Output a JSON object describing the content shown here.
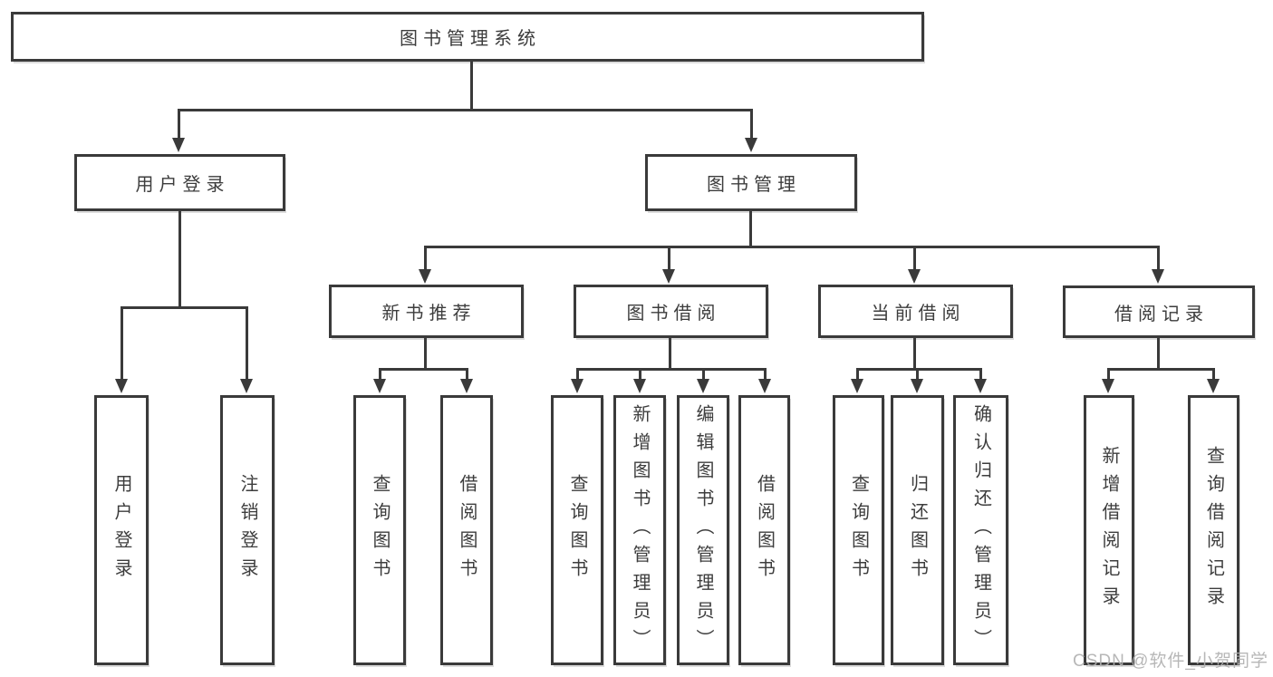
{
  "diagram": {
    "title": "图书管理系统",
    "root": "图书管理系统",
    "level2": [
      "用户登录",
      "图书管理"
    ],
    "sections": [
      "新书推荐",
      "图书借阅",
      "当前借阅",
      "借阅记录"
    ],
    "leaves": [
      "用户登录",
      "注销登录",
      "查询图书",
      "借阅图书",
      "查询图书",
      "新增图书（管理员）",
      "编辑图书（管理员）",
      "借阅图书",
      "查询图书",
      "归还图书",
      "确认归还（管理员）",
      "新增借阅记录",
      "查询借阅记录"
    ]
  },
  "colors": {
    "line": "#3a3a3a",
    "text": "#3d3d3d",
    "watermark": "#b0b0b0"
  },
  "watermark": "CSDN @软件_小贺同学"
}
